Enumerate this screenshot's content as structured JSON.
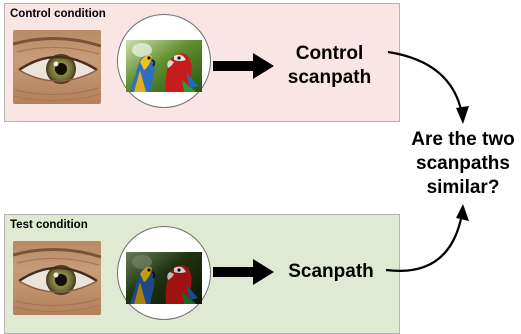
{
  "control_panel": {
    "title": "Control condition",
    "scanpath_label_line1": "Control",
    "scanpath_label_line2": "scanpath",
    "background": "#f9e5e4"
  },
  "test_panel": {
    "title": "Test condition",
    "scanpath_label": "Scanpath",
    "background": "#e0ead3"
  },
  "question": {
    "line1": "Are the two",
    "line2": "scanpaths",
    "line3": "similar?"
  }
}
